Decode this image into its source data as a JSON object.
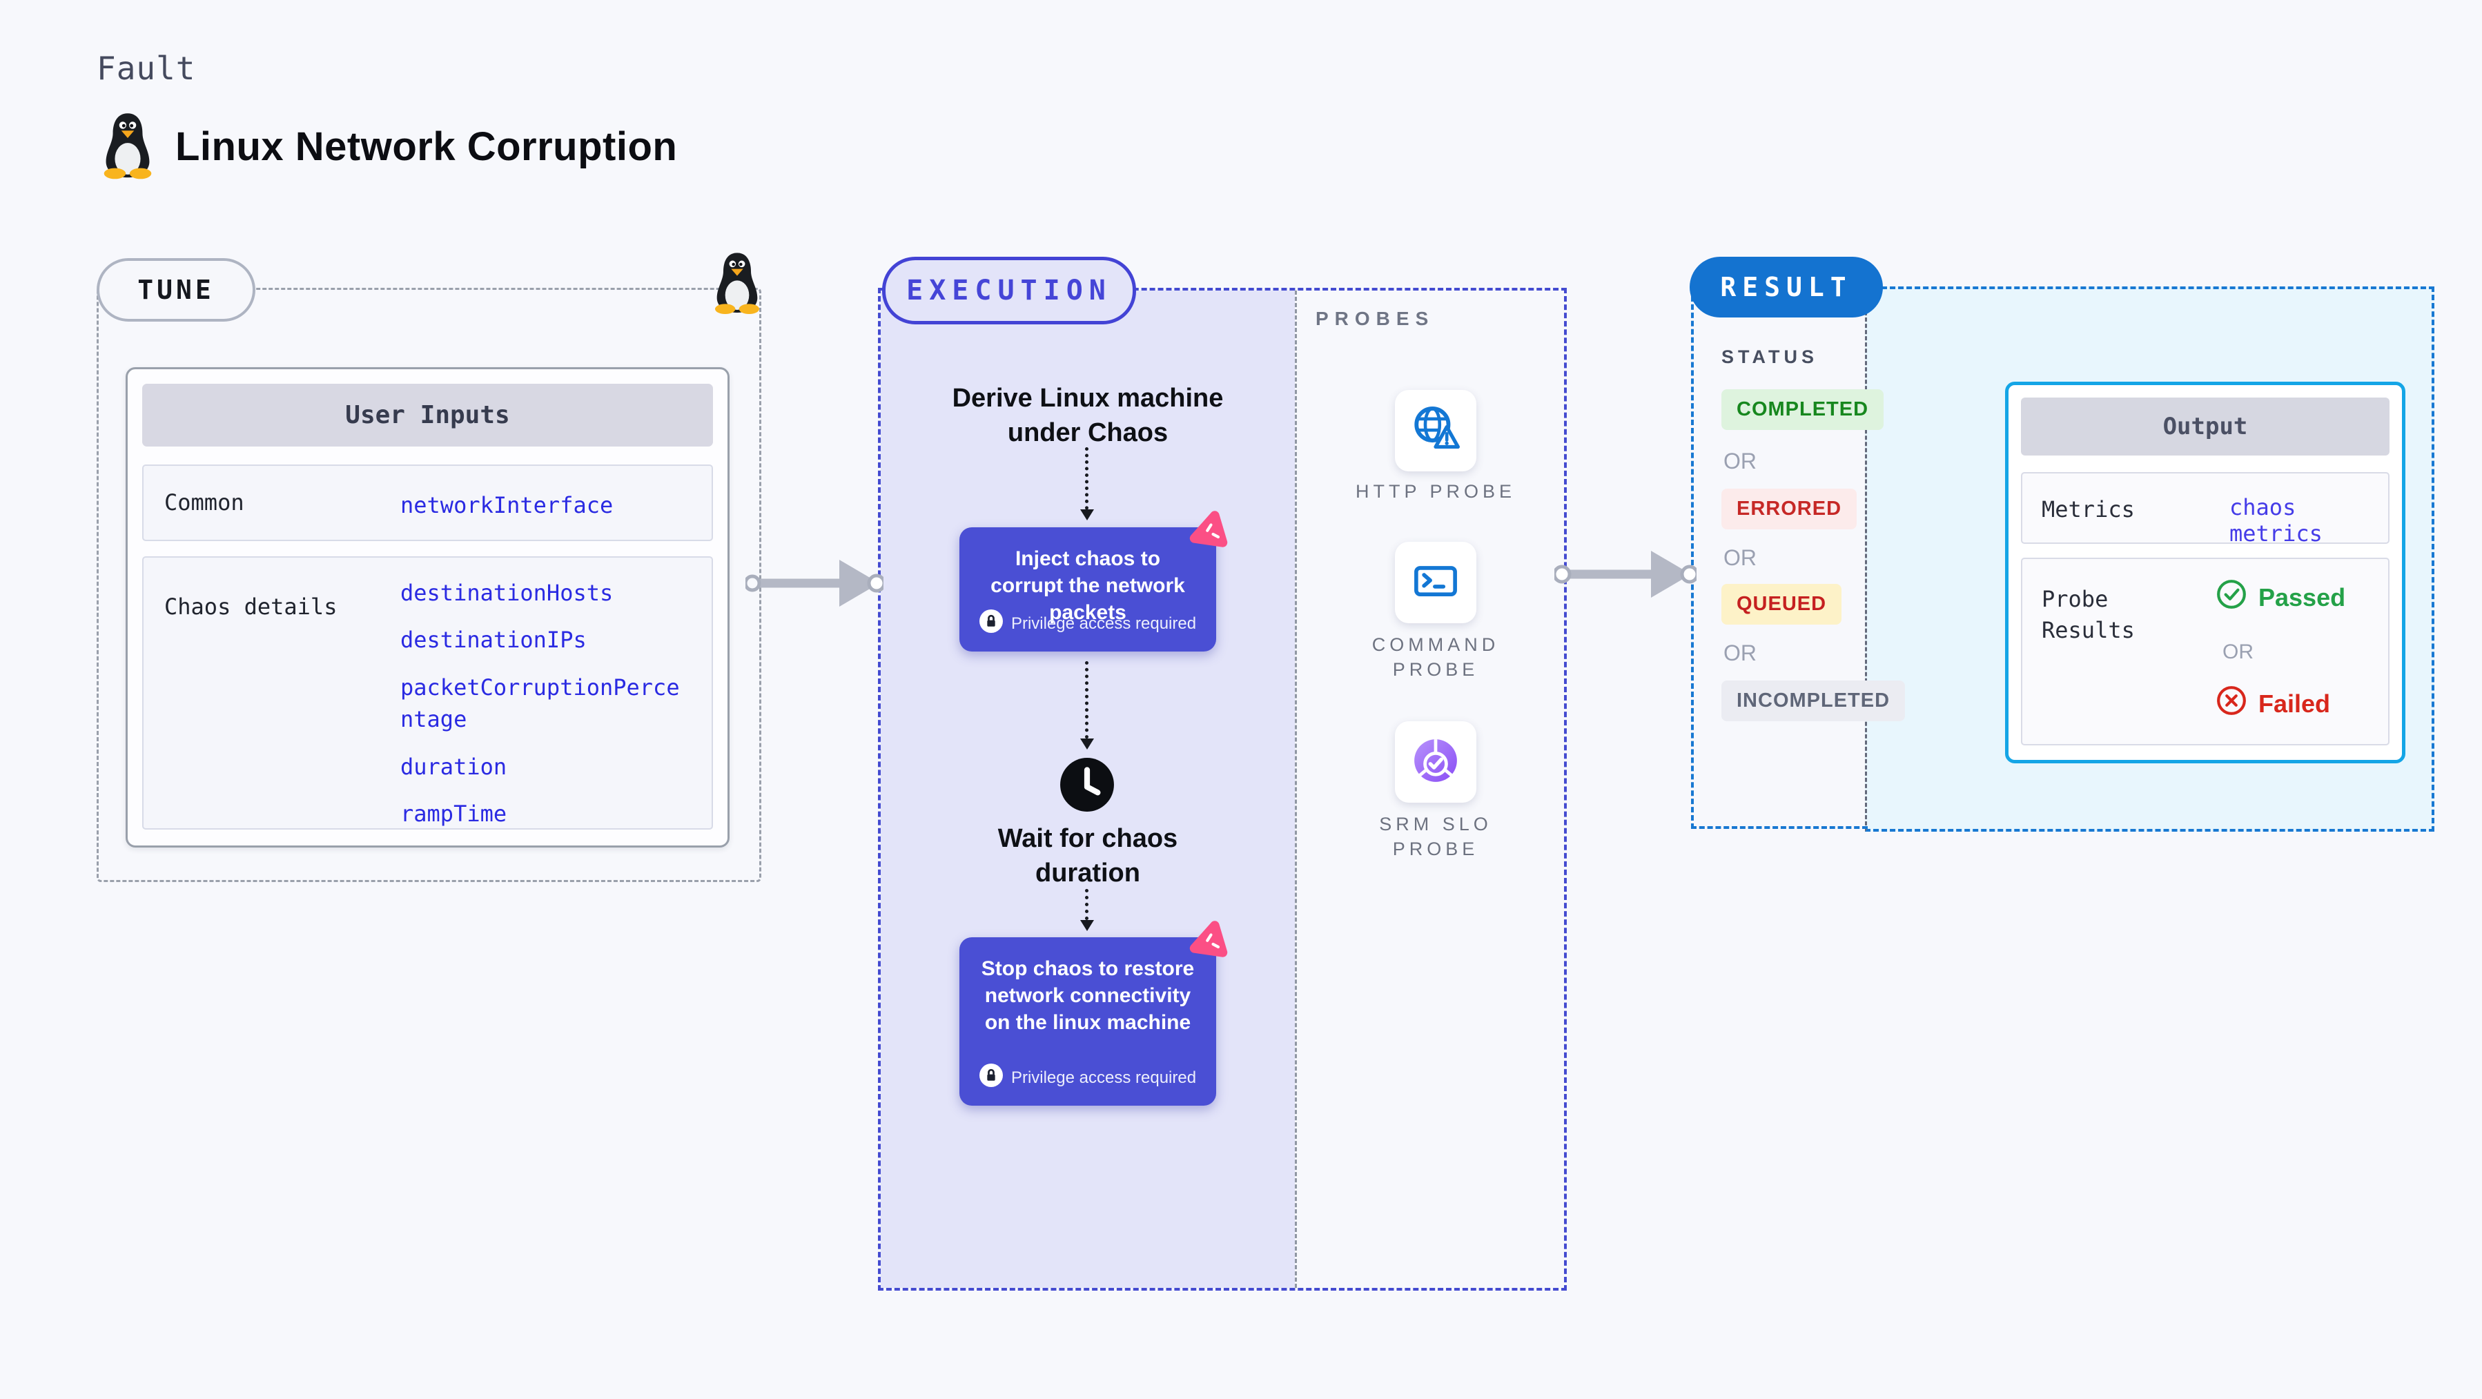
{
  "header": {
    "kicker": "Fault",
    "title": "Linux Network Corruption"
  },
  "tune": {
    "badge": "TUNE",
    "card_header": "User Inputs",
    "rows": [
      {
        "label": "Common",
        "values": [
          "networkInterface"
        ]
      },
      {
        "label": "Chaos details",
        "values": [
          "destinationHosts",
          "destinationIPs",
          "packetCorruptionPercentage",
          "duration",
          "rampTime"
        ]
      }
    ]
  },
  "execution": {
    "badge": "EXECUTION",
    "derive_step": "Derive Linux machine under Chaos",
    "inject_step": {
      "title": "Inject chaos to corrupt the network packets",
      "note": "Privilege access required"
    },
    "wait_step": "Wait for chaos duration",
    "stop_step": {
      "title": "Stop chaos to restore network connectivity on the linux machine",
      "note": "Privilege access required"
    }
  },
  "probes": {
    "label": "PROBES",
    "items": [
      {
        "name": "HTTP PROBE",
        "icon": "globe-alert-icon"
      },
      {
        "name": "COMMAND PROBE",
        "icon": "terminal-icon"
      },
      {
        "name": "SRM SLO PROBE",
        "icon": "slo-pie-check-icon"
      }
    ]
  },
  "result": {
    "badge": "RESULT",
    "status_label": "STATUS",
    "or": "OR",
    "statuses": [
      {
        "label": "COMPLETED",
        "style": "color:#17871e;background:#def3de;top:564px"
      },
      {
        "label": "ERRORED",
        "style": "color:#c62826;background:#fcebeb;top:708px"
      },
      {
        "label": "QUEUED",
        "style": "color:#c52020;background:#fdf2c8;top:846px"
      },
      {
        "label": "INCOMPLETED",
        "style": "color:#5f6678;background:#ebecf2;top:986px"
      }
    ],
    "output": {
      "header": "Output",
      "metrics_label": "Metrics",
      "metrics_value": "chaos metrics",
      "probe_results_label": "Probe Results",
      "passed": "Passed",
      "or": "OR",
      "failed": "Failed"
    }
  },
  "colors": {
    "page_bg": "#f7f8fc",
    "accent_indigo": "#4a4fd4",
    "accent_blue": "#1473d0",
    "accent_cyan": "#14a5e6",
    "value_blue": "#2a2ae2",
    "chaos_pink": "#fb4f85",
    "probe_icon_blue": "#1377d4"
  }
}
